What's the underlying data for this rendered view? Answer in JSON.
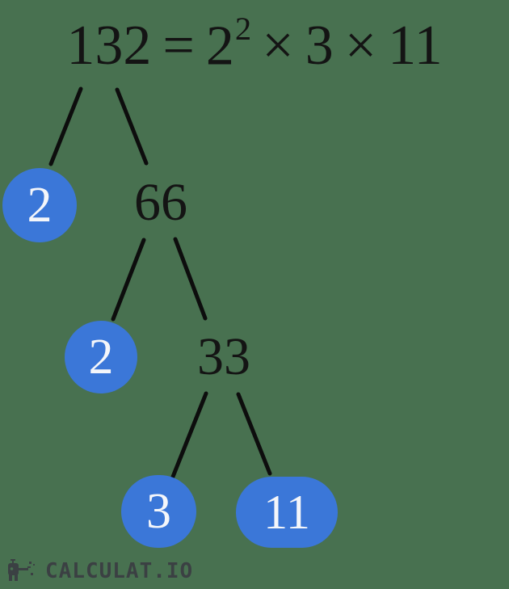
{
  "equation": {
    "number": "132",
    "equals": "=",
    "exp_base": "2",
    "exp_power": "2",
    "times_1": "×",
    "factor_2": "3",
    "times_2": "×",
    "factor_3": "11"
  },
  "factorization": {
    "number": 132,
    "prime_factors": [
      2,
      2,
      3,
      11
    ],
    "expression": "132 = 2^2 × 3 × 11"
  },
  "tree": {
    "root": "132",
    "nodes": [
      {
        "label": "2",
        "type": "prime"
      },
      {
        "label": "66",
        "type": "composite"
      },
      {
        "label": "2",
        "type": "prime"
      },
      {
        "label": "33",
        "type": "composite"
      },
      {
        "label": "3",
        "type": "prime"
      },
      {
        "label": "11",
        "type": "prime"
      }
    ],
    "edges": [
      [
        "132",
        "2"
      ],
      [
        "132",
        "66"
      ],
      [
        "66",
        "2"
      ],
      [
        "66",
        "33"
      ],
      [
        "33",
        "3"
      ],
      [
        "33",
        "11"
      ]
    ]
  },
  "logo": {
    "text": "CALCULAT.IO"
  },
  "colors": {
    "background": "#487150",
    "node_fill": "#3b77d8",
    "node_text": "#f4f6fa",
    "tree_line": "#0d0d0d",
    "equation_text": "#141414",
    "logo_text": "#3b4043"
  }
}
